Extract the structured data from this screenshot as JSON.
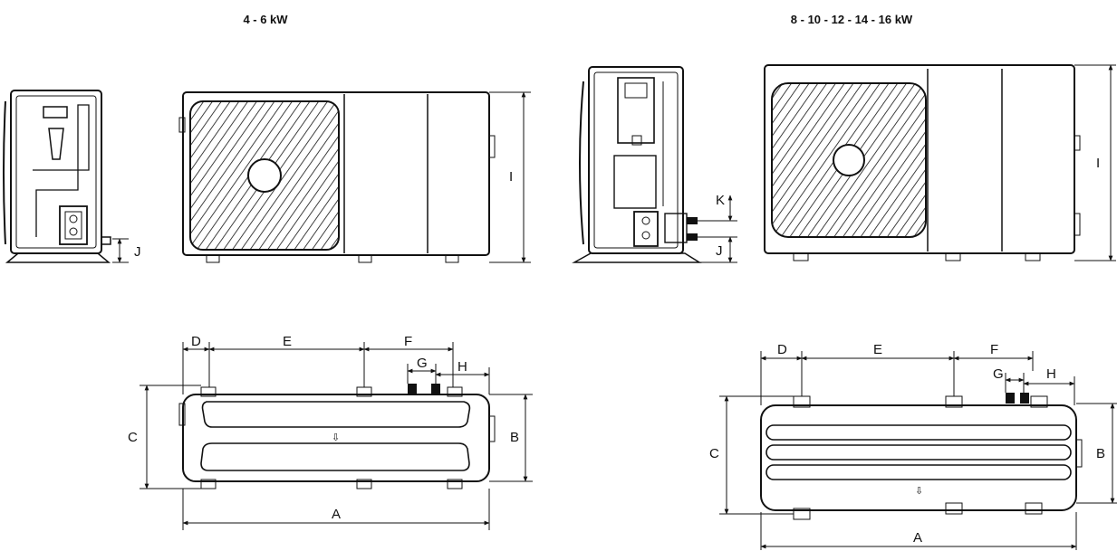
{
  "titles": {
    "small_units": "4 - 6 kW",
    "large_units": "8 - 10 - 12 - 14 - 16 kW"
  },
  "small": {
    "labels": {
      "I": "I",
      "J": "J",
      "A": "A",
      "B": "B",
      "C": "C",
      "D": "D",
      "E": "E",
      "F": "F",
      "G": "G",
      "H": "H"
    }
  },
  "large": {
    "labels": {
      "I": "I",
      "J": "J",
      "K": "K",
      "A": "A",
      "B": "B",
      "C": "C",
      "D": "D",
      "E": "E",
      "F": "F",
      "G": "G",
      "H": "H"
    }
  },
  "colors": {
    "ink": "#111111",
    "paper": "#ffffff"
  }
}
